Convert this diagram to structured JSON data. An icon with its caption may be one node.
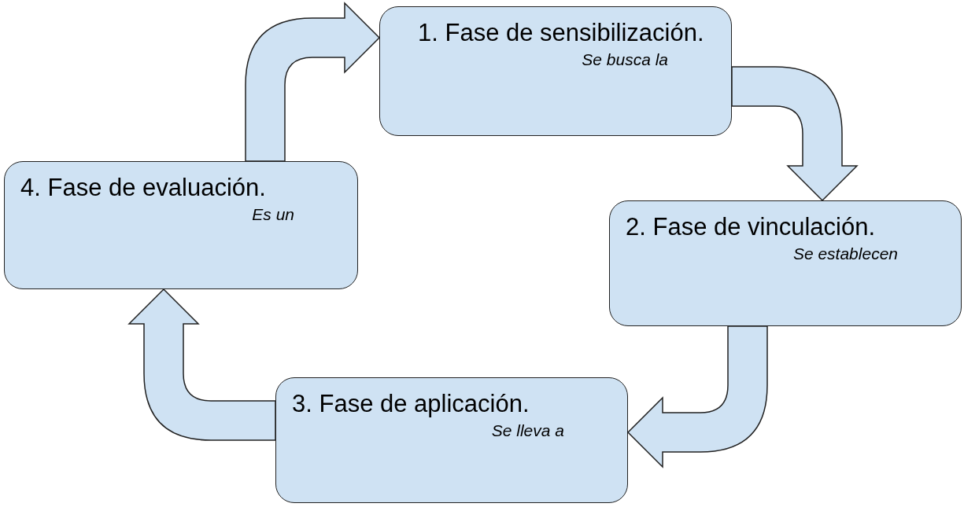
{
  "diagram": {
    "nodes": [
      {
        "text": [
          "1. Fase de sensibilización.",
          "Se busca la"
        ]
      },
      {
        "text": [
          "2. Fase de vinculación.",
          "Se establecen"
        ]
      },
      {
        "text": [
          "3. Fase de aplicación.",
          "Se lleva a"
        ]
      },
      {
        "text": [
          "4. Fase de evaluación.",
          "Es un"
        ]
      }
    ],
    "edges": [
      {
        "from": 3,
        "to": 0,
        "arrow": "to"
      },
      {
        "from": 0,
        "to": 1,
        "arrow": "to"
      },
      {
        "from": 1,
        "to": 2,
        "arrow": "to"
      },
      {
        "from": 2,
        "to": 3,
        "arrow": "to"
      }
    ]
  }
}
